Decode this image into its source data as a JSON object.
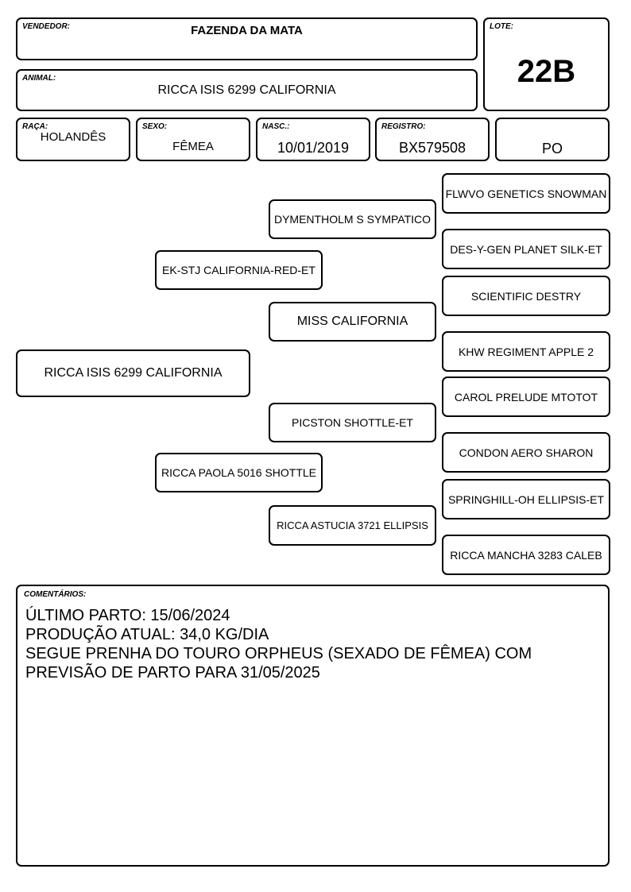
{
  "header": {
    "vendedor_label": "VENDEDOR:",
    "vendedor": "FAZENDA DA MATA",
    "lote_label": "LOTE:",
    "lote": "22B",
    "animal_label": "ANIMAL:",
    "animal": "RICCA ISIS 6299 CALIFORNIA"
  },
  "info": {
    "raca_label": "RAÇA:",
    "raca": "HOLANDÊS",
    "sexo_label": "SEXO:",
    "sexo": "FÊMEA",
    "nasc_label": "NASC.:",
    "nasc": "10/01/2019",
    "registro_label": "REGISTRO:",
    "registro": "BX579508",
    "categoria": "PO"
  },
  "pedigree": {
    "animal": "RICCA ISIS 6299 CALIFORNIA",
    "sire": "EK-STJ CALIFORNIA-RED-ET",
    "dam": "RICCA PAOLA 5016 SHOTTLE",
    "sire_sire": "DYMENTHOLM S SYMPATICO",
    "sire_dam": "MISS CALIFORNIA",
    "dam_sire": "PICSTON SHOTTLE-ET",
    "dam_dam": "RICCA ASTUCIA 3721 ELLIPSIS",
    "great_grandparents": [
      "FLWVO GENETICS SNOWMAN",
      "DES-Y-GEN PLANET SILK-ET",
      "SCIENTIFIC DESTRY",
      "KHW REGIMENT APPLE 2",
      "CAROL PRELUDE MTOTOT",
      "CONDON AERO SHARON",
      "SPRINGHILL-OH ELLIPSIS-ET",
      "RICCA MANCHA 3283 CALEB"
    ]
  },
  "comments": {
    "label": "COMENTÁRIOS:",
    "lines": [
      "ÚLTIMO PARTO: 15/06/2024",
      "PRODUÇÃO ATUAL: 34,0 KG/DIA",
      "SEGUE PRENHA DO TOURO ORPHEUS (SEXADO DE FÊMEA) COM",
      "PREVISÃO DE PARTO PARA 31/05/2025"
    ]
  }
}
